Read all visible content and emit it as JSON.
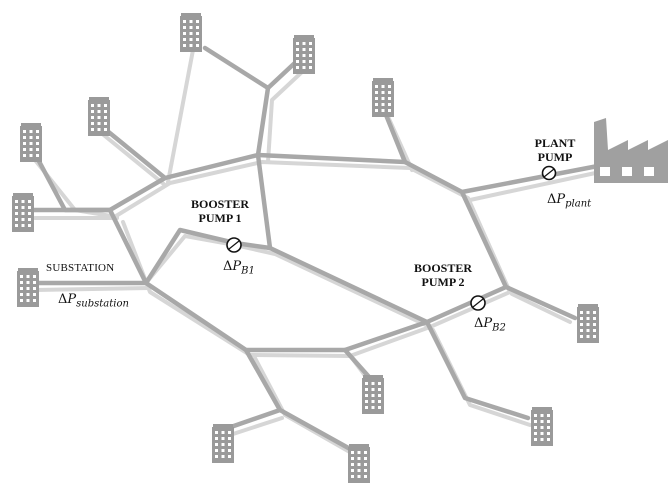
{
  "labels": {
    "plant_pump": [
      "PLANT",
      "PUMP"
    ],
    "booster_pump_1": [
      "BOOSTER",
      "PUMP 1"
    ],
    "booster_pump_2": [
      "BOOSTER",
      "PUMP 2"
    ],
    "substation": "SUBSTATION"
  },
  "pressure_labels": {
    "plant": {
      "delta": "Δ",
      "var": "P",
      "sub": "plant"
    },
    "b1": {
      "delta": "Δ",
      "var": "P",
      "sub": "B1"
    },
    "b2": {
      "delta": "Δ",
      "var": "P",
      "sub": "B2"
    },
    "substation": {
      "delta": "Δ",
      "var": "P",
      "sub": "substation"
    }
  },
  "colors": {
    "pipe_supply": "#a8a8a8",
    "pipe_return": "#d6d6d6",
    "building": "#9a9a9a",
    "factory": "#a0a0a0",
    "text": "#111111"
  },
  "icons": [
    "building-icon",
    "factory-icon",
    "pump-icon"
  ]
}
